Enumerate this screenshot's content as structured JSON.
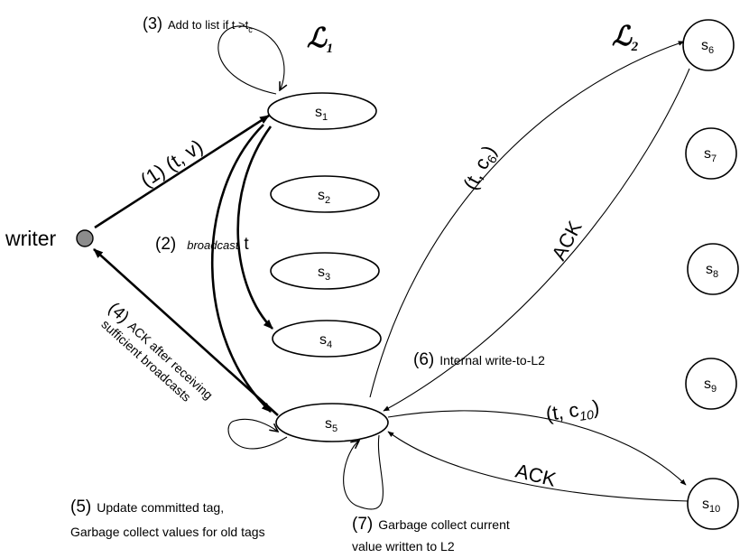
{
  "layer_labels": {
    "l1": {
      "script": "ℒ",
      "sub": "1"
    },
    "l2": {
      "script": "ℒ",
      "sub": "2"
    }
  },
  "writer": {
    "label": "writer"
  },
  "nodes": {
    "s1": {
      "base": "s",
      "sub": "1"
    },
    "s2": {
      "base": "s",
      "sub": "2"
    },
    "s3": {
      "base": "s",
      "sub": "3"
    },
    "s4": {
      "base": "s",
      "sub": "4"
    },
    "s5": {
      "base": "s",
      "sub": "5"
    },
    "s6": {
      "base": "s",
      "sub": "6"
    },
    "s7": {
      "base": "s",
      "sub": "7"
    },
    "s8": {
      "base": "s",
      "sub": "8"
    },
    "s9": {
      "base": "s",
      "sub": "9"
    },
    "s10": {
      "base": "s",
      "sub": "10"
    }
  },
  "steps": {
    "step1": {
      "num": "(1)",
      "text": "(t, v)"
    },
    "step2": {
      "num": "(2)",
      "italic": "broadcast",
      "text": "t"
    },
    "step3": {
      "num": "(3)",
      "text": "Add to list if t >t",
      "sub": "c"
    },
    "step4": {
      "num": "(4)",
      "line1": "ACK after receiving",
      "line2": "sufficient broadcasts"
    },
    "step5": {
      "num": "(5)",
      "line1": "Update committed tag,",
      "line2": "Garbage collect values for old tags"
    },
    "step6": {
      "num": "(6)",
      "text": "Internal write-to-L2"
    },
    "step7": {
      "num": "(7)",
      "line1": "Garbage collect current",
      "line2": "value written to L2"
    }
  },
  "edge_labels": {
    "to_s6": {
      "text": "(t, c",
      "sub": "6",
      "close": ")"
    },
    "ack_s6": {
      "text": "ACK"
    },
    "to_s10": {
      "text": "(t, c",
      "sub": "10",
      "close": ")"
    },
    "ack_s10": {
      "text": "ACK"
    }
  }
}
